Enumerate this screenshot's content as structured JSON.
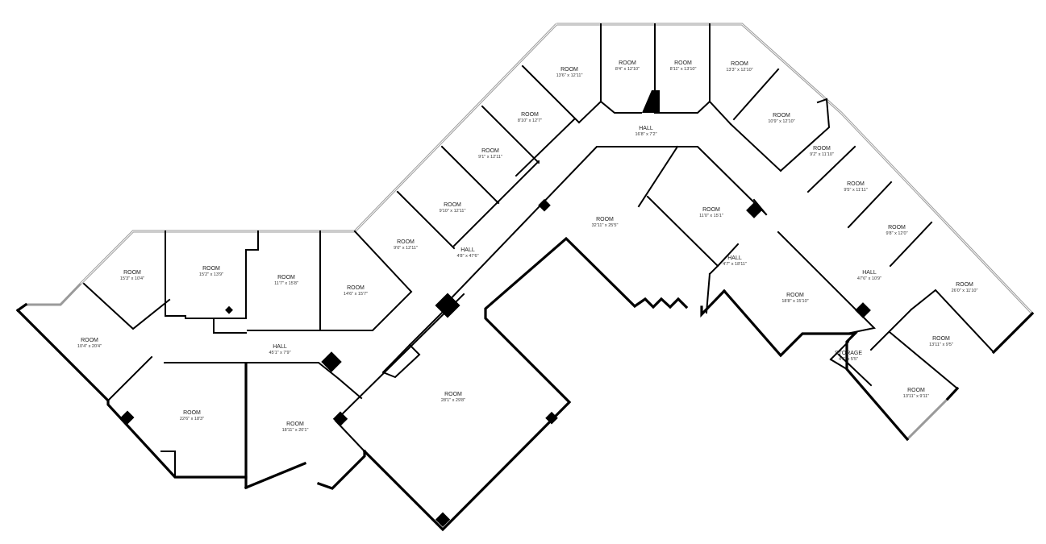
{
  "rooms": [
    {
      "id": "r01",
      "label": "ROOM",
      "dim": "13'6\" x 12'11\""
    },
    {
      "id": "r02",
      "label": "ROOM",
      "dim": "8'4\" x 12'10\""
    },
    {
      "id": "r03",
      "label": "ROOM",
      "dim": "8'11\" x 13'10\""
    },
    {
      "id": "r04",
      "label": "ROOM",
      "dim": "13'3\" x 12'10\""
    },
    {
      "id": "r05",
      "label": "ROOM",
      "dim": "8'10\" x 12'7\""
    },
    {
      "id": "r06",
      "label": "ROOM",
      "dim": "10'9\" x 12'10\""
    },
    {
      "id": "r07",
      "label": "ROOM",
      "dim": "9'1\" x 12'11\""
    },
    {
      "id": "r08",
      "label": "ROOM",
      "dim": "9'2\" x 11'10\""
    },
    {
      "id": "r09",
      "label": "ROOM",
      "dim": "9'5\" x 11'11\""
    },
    {
      "id": "r10",
      "label": "ROOM",
      "dim": "9'10\" x 12'11\""
    },
    {
      "id": "r11",
      "label": "ROOM",
      "dim": "32'11\" x 25'5\""
    },
    {
      "id": "r12",
      "label": "ROOM",
      "dim": "11'0\" x 15'1\""
    },
    {
      "id": "r13",
      "label": "ROOM",
      "dim": "9'8\" x 12'0\""
    },
    {
      "id": "r14",
      "label": "ROOM",
      "dim": "9'0\" x 12'11\""
    },
    {
      "id": "r15",
      "label": "ROOM",
      "dim": "26'0\" x 11'10\""
    },
    {
      "id": "r16",
      "label": "ROOM",
      "dim": "15'3\" x 10'4\""
    },
    {
      "id": "r17",
      "label": "ROOM",
      "dim": "15'2\" x 13'9\""
    },
    {
      "id": "r18",
      "label": "ROOM",
      "dim": "11'7\" x 15'8\""
    },
    {
      "id": "r19",
      "label": "ROOM",
      "dim": "14'6\" x 15'7\""
    },
    {
      "id": "r20",
      "label": "ROOM",
      "dim": "18'8\" x 15'10\""
    },
    {
      "id": "r21",
      "label": "ROOM",
      "dim": "10'4\" x 20'4\""
    },
    {
      "id": "r22",
      "label": "ROOM",
      "dim": "13'11\" x 9'5\""
    },
    {
      "id": "r23",
      "label": "ROOM",
      "dim": "13'11\" x 9'11\""
    },
    {
      "id": "r24",
      "label": "ROOM",
      "dim": "22'6\" x 18'3\""
    },
    {
      "id": "r25",
      "label": "ROOM",
      "dim": "28'1\" x 29'8\""
    },
    {
      "id": "r26",
      "label": "ROOM",
      "dim": "18'11\" x 20'1\""
    }
  ],
  "halls": [
    {
      "id": "h1",
      "label": "HALL",
      "dim": "16'8\" x 7'2\""
    },
    {
      "id": "h2",
      "label": "HALL",
      "dim": "4'8\" x 47'6\""
    },
    {
      "id": "h3",
      "label": "HALL",
      "dim": "4'7\" x 18'11\""
    },
    {
      "id": "h4",
      "label": "HALL",
      "dim": "47'6\" x 10'9\""
    },
    {
      "id": "h5",
      "label": "HALL",
      "dim": "45'1\" x 7'9\""
    }
  ],
  "storage": [
    {
      "id": "s1",
      "label": "STORAGE",
      "dim": "4'6\" x 5'5\""
    }
  ],
  "colors": {
    "wall": "#000000",
    "window": "#9a9a9a",
    "background": "#ffffff"
  }
}
